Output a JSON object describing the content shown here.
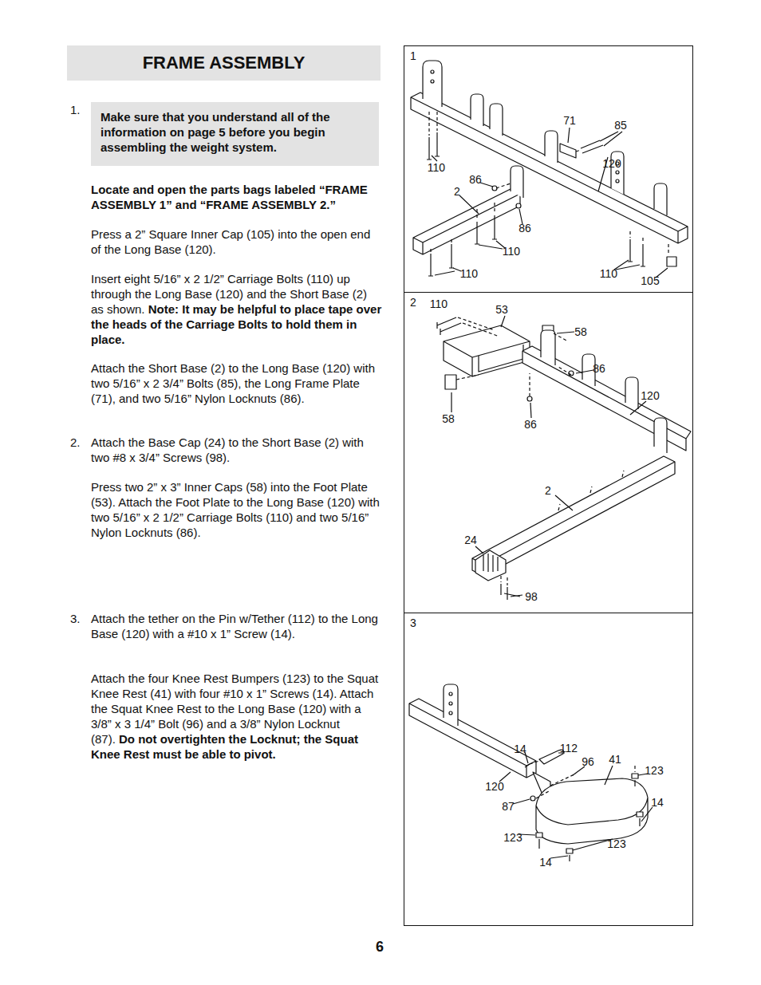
{
  "diagram": {
    "title": "FRAME ASSEMBLY",
    "nodes": [
      {
        "text": [
          "Make sure that you understand all of the information on page 5 before you begin assembling the weight system."
        ]
      },
      {
        "text": [
          "1"
        ]
      },
      {
        "text": [
          "2"
        ]
      },
      {
        "text": [
          "3"
        ]
      }
    ],
    "labels": [
      "1.",
      "Locate and open the parts bags labeled “FRAME ASSEMBLY 1” and “FRAME ASSEMBLY 2.”",
      "Press a 2” Square Inner Cap (105) into the open end of the Long Base (120).",
      "Insert eight 5/16” x 2 1/2” Carriage Bolts (110) up through the Long Base (120) and the Short Base (2) as shown.",
      "Note: It may be helpful to place tape over the heads of the Carriage Bolts to hold them in place.",
      "Attach the Short Base (2) to the Long Base (120) with two 5/16” x 2 3/4” Bolts (85), the Long Frame Plate (71), and two 5/16” Nylon Locknuts (86).",
      "2.",
      "Attach the Base Cap (24) to the Short Base (2) with two #8 x 3/4” Screws (98).",
      "Press two 2” x 3” Inner Caps (58) into the Foot Plate (53). Attach the Foot Plate to the Long Base (120) with two 5/16” x 2 1/2” Carriage Bolts (110) and two 5/16” Nylon Locknuts (86).",
      "3.",
      "Attach the tether on the Pin w/Tether (112) to the Long Base (120) with a #10 x 1” Screw (14).",
      "Attach the four Knee Rest Bumpers (123) to the Squat Knee Rest (41) with four #10 x 1” Screws (14). Attach the Squat Knee Rest to the Long Base (120) with a 3/8” x 3 1/4” Bolt (96) and a 3/8” Nylon Locknut (87).",
      "Do not overtighten the Locknut; the Squat Knee Rest must be able to pivot.",
      "71",
      "85",
      "110",
      "120",
      "86",
      "2",
      "86",
      "110",
      "110",
      "110",
      "105",
      "110",
      "53",
      "58",
      "86",
      "120",
      "58",
      "86",
      "2",
      "24",
      "98",
      "14",
      "112",
      "96",
      "41",
      "123",
      "120",
      "87",
      "14",
      "123",
      "14",
      "123",
      "6"
    ]
  }
}
